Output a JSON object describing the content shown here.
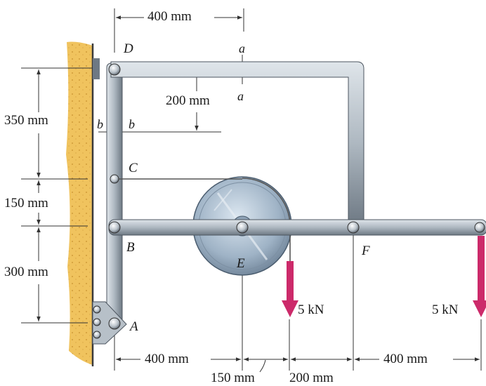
{
  "points": {
    "A": "A",
    "B": "B",
    "C": "C",
    "D": "D",
    "E": "E",
    "F": "F"
  },
  "section_labels": {
    "a_top": "a",
    "a_bottom": "a",
    "b_left": "b",
    "b_right": "b"
  },
  "dimensions": {
    "top_width": "400 mm",
    "tube_offset": "200 mm",
    "left_350": "350 mm",
    "left_150": "150 mm",
    "left_300": "300 mm",
    "bottom_400_left": "400 mm",
    "bottom_150": "150 mm",
    "bottom_200": "200 mm",
    "bottom_400_right": "400 mm"
  },
  "loads": {
    "load_1": "5 kN",
    "load_2": "5 kN"
  },
  "colors": {
    "wall": "#f0c35e",
    "member": "#aeb8c1",
    "member_dark": "#6e7984",
    "pulley": "#9fb3c6",
    "arrow": "#cc2a6a",
    "dim_line": "#333333"
  }
}
